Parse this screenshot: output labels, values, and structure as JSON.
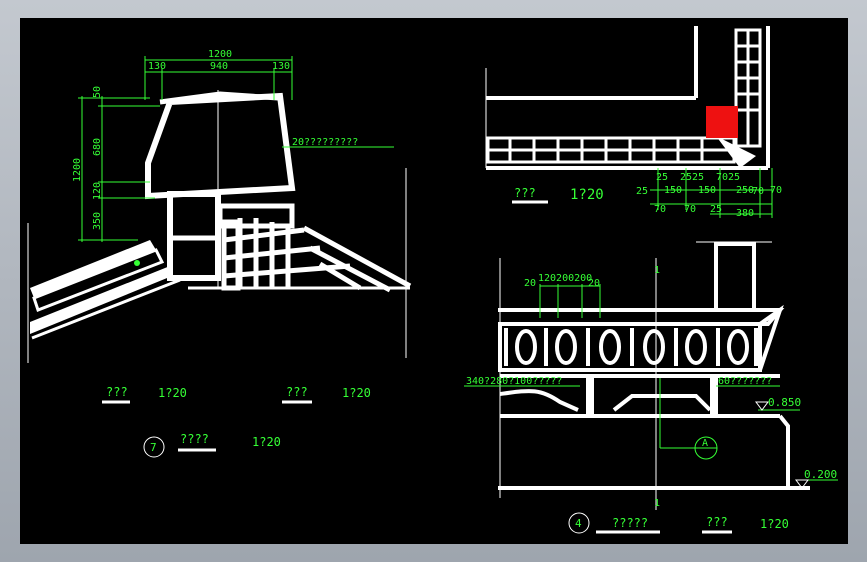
{
  "viewer": {
    "background": "#000000",
    "line_color": "#ffffff",
    "annotation_color": "#35ff35",
    "accent_fill": "#ee1111",
    "axis_tick_color": "#ffee00"
  },
  "left_detail": {
    "dim_top_total": "1200",
    "dim_top_left": "130",
    "dim_top_mid": "940",
    "dim_top_right": "130",
    "dim_side_total": "1200",
    "dim_side_1": "50",
    "dim_side_2": "680",
    "dim_side_3": "120",
    "dim_side_4": "350",
    "leader_note": "20?????????",
    "title_a": "???",
    "scale_a": "1?20",
    "title_b": "???",
    "scale_b": "1?20",
    "detail_number": "7",
    "detail_title": "????",
    "detail_scale": "1?20"
  },
  "plan_detail": {
    "dims": [
      "25",
      "2525",
      "7025",
      "25",
      "150",
      "150",
      "250",
      "70",
      "70",
      "70",
      "25",
      "380",
      "70"
    ],
    "title": "???",
    "scale": "1?20"
  },
  "elevation_detail": {
    "dim_top": "20",
    "dim_top_chain": "120200200",
    "dim_top_end": "20",
    "axis_mark": "1",
    "note_left": "340?280?100?????",
    "note_right": "60???????",
    "level_high": "0.850",
    "level_low": "0.200",
    "section_mark": "A",
    "detail_number": "4",
    "detail_title": "?????",
    "title_b": "???",
    "scale": "1?20"
  }
}
